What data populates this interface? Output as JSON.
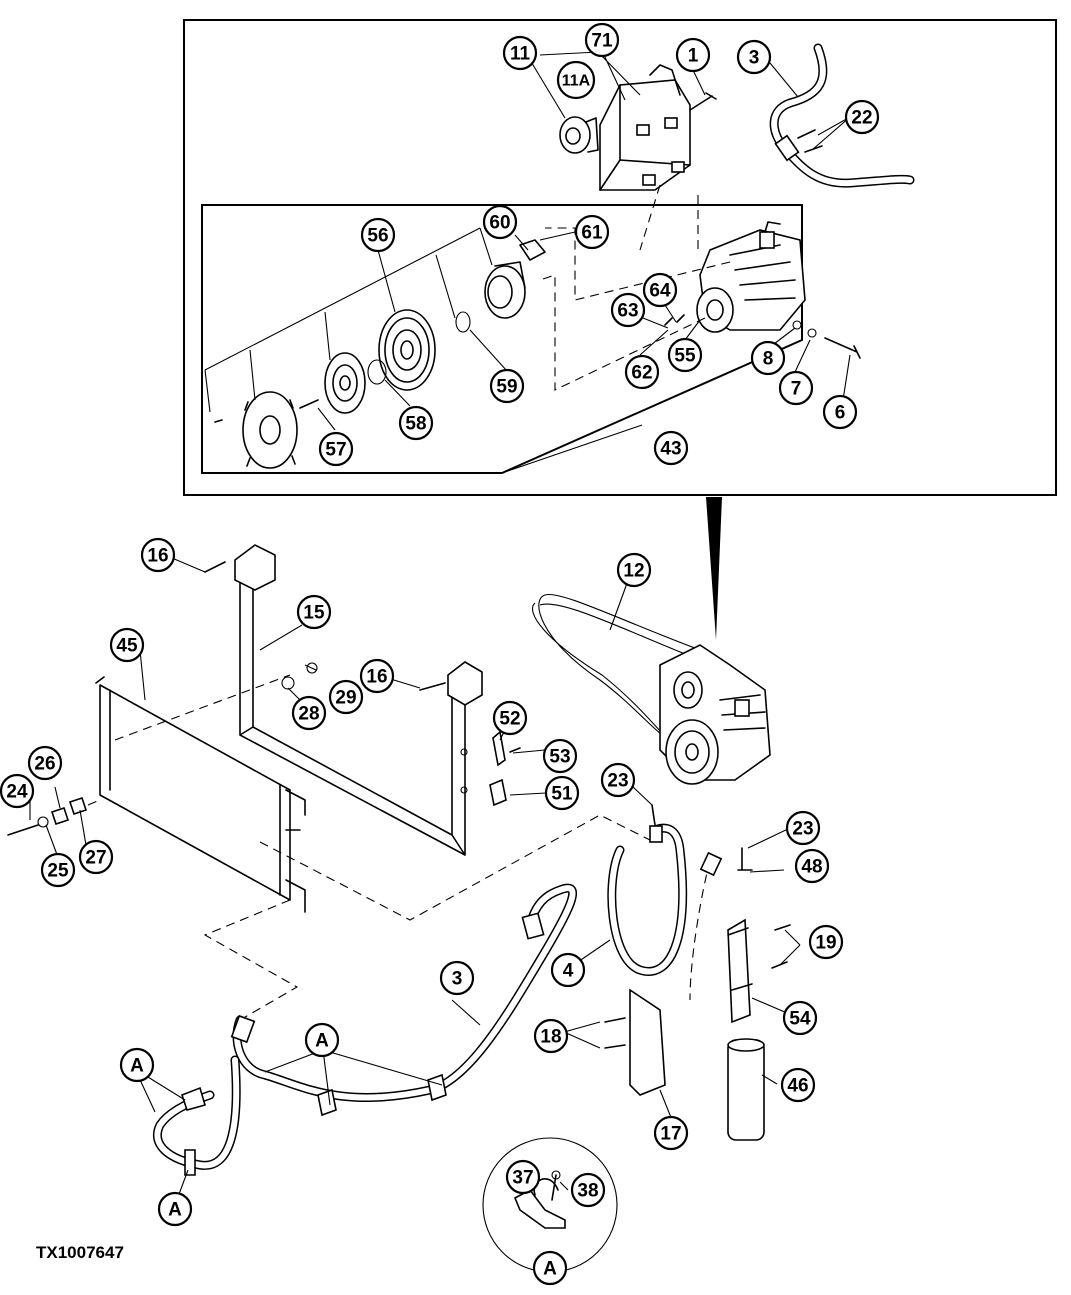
{
  "figure_id": "TX1007647",
  "callouts": [
    {
      "id": "c-11",
      "label": "11"
    },
    {
      "id": "c-71",
      "label": "71"
    },
    {
      "id": "c-11a",
      "label": "11A"
    },
    {
      "id": "c-1",
      "label": "1"
    },
    {
      "id": "c-3-top",
      "label": "3"
    },
    {
      "id": "c-22",
      "label": "22"
    },
    {
      "id": "c-56",
      "label": "56"
    },
    {
      "id": "c-60",
      "label": "60"
    },
    {
      "id": "c-61",
      "label": "61"
    },
    {
      "id": "c-64",
      "label": "64"
    },
    {
      "id": "c-63",
      "label": "63"
    },
    {
      "id": "c-62",
      "label": "62"
    },
    {
      "id": "c-55",
      "label": "55"
    },
    {
      "id": "c-8",
      "label": "8"
    },
    {
      "id": "c-7",
      "label": "7"
    },
    {
      "id": "c-6",
      "label": "6"
    },
    {
      "id": "c-59",
      "label": "59"
    },
    {
      "id": "c-58",
      "label": "58"
    },
    {
      "id": "c-57",
      "label": "57"
    },
    {
      "id": "c-43",
      "label": "43"
    },
    {
      "id": "c-16a",
      "label": "16"
    },
    {
      "id": "c-12",
      "label": "12"
    },
    {
      "id": "c-15",
      "label": "15"
    },
    {
      "id": "c-45",
      "label": "45"
    },
    {
      "id": "c-16b",
      "label": "16"
    },
    {
      "id": "c-29",
      "label": "29"
    },
    {
      "id": "c-28",
      "label": "28"
    },
    {
      "id": "c-52",
      "label": "52"
    },
    {
      "id": "c-53",
      "label": "53"
    },
    {
      "id": "c-51",
      "label": "51"
    },
    {
      "id": "c-26",
      "label": "26"
    },
    {
      "id": "c-24",
      "label": "24"
    },
    {
      "id": "c-27",
      "label": "27"
    },
    {
      "id": "c-25",
      "label": "25"
    },
    {
      "id": "c-23a",
      "label": "23"
    },
    {
      "id": "c-23b",
      "label": "23"
    },
    {
      "id": "c-48",
      "label": "48"
    },
    {
      "id": "c-19",
      "label": "19"
    },
    {
      "id": "c-54",
      "label": "54"
    },
    {
      "id": "c-3-bottom",
      "label": "3"
    },
    {
      "id": "c-4",
      "label": "4"
    },
    {
      "id": "c-18",
      "label": "18"
    },
    {
      "id": "c-a1",
      "label": "A"
    },
    {
      "id": "c-a2",
      "label": "A"
    },
    {
      "id": "c-a3",
      "label": "A"
    },
    {
      "id": "c-a4",
      "label": "A"
    },
    {
      "id": "c-46",
      "label": "46"
    },
    {
      "id": "c-17",
      "label": "17"
    },
    {
      "id": "c-37",
      "label": "37"
    },
    {
      "id": "c-38",
      "label": "38"
    }
  ]
}
